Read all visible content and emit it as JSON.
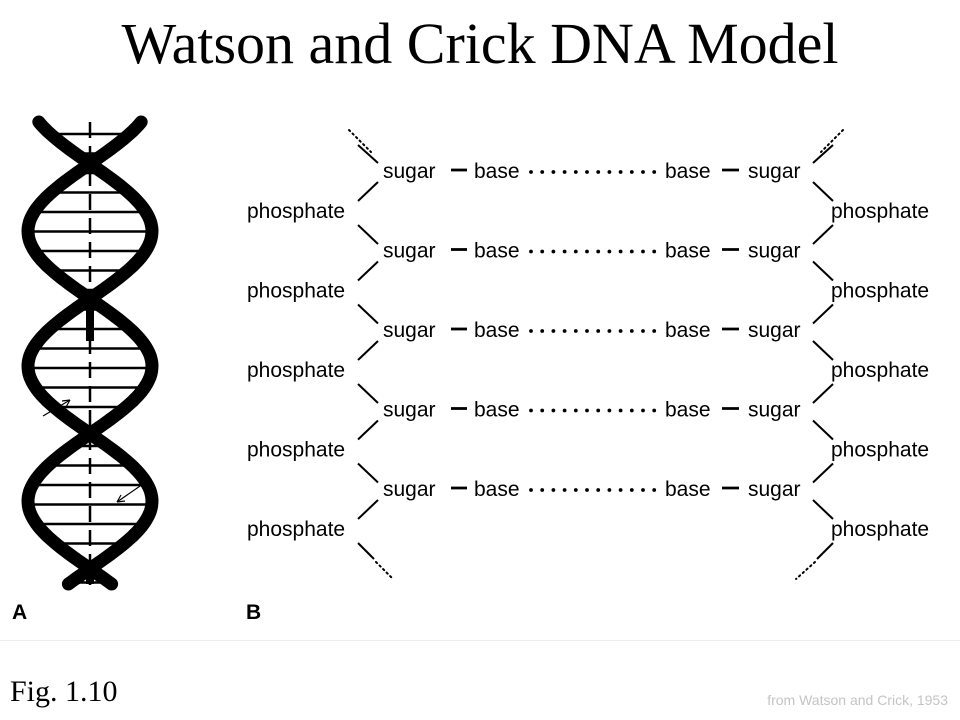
{
  "title": "Watson and Crick DNA Model",
  "panels": {
    "a_label": "A",
    "b_label": "B"
  },
  "ladder": {
    "sugar": "sugar",
    "base": "base",
    "phosphate": "phosphate",
    "rungs": 5
  },
  "caption": "Fig. 1.10",
  "credit": "from Watson and Crick, 1953"
}
